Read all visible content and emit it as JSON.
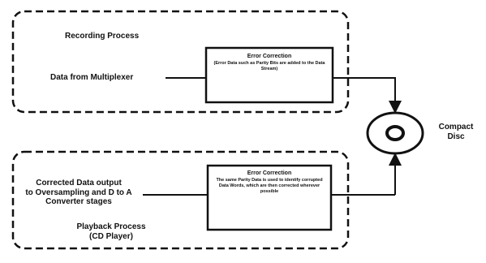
{
  "recording": {
    "title": "Recording Process",
    "input_label": "Data from Multiplexer",
    "box_title": "Error Correction",
    "box_body": "(Error Data such as Parity Bits are added to the Data Stream)"
  },
  "disc": {
    "label_line1": "Compact",
    "label_line2": "Disc"
  },
  "playback": {
    "output_line1": "Corrected Data output",
    "output_line2": "to Oversampling and D to A",
    "output_line3": "Converter stages",
    "box_title": "Error Correction",
    "box_body": "The same Parity Data is used to identify corrupted Data Words, which are then corrected wherever possible",
    "title_line1": "Playback Process",
    "title_line2": "(CD Player)"
  }
}
